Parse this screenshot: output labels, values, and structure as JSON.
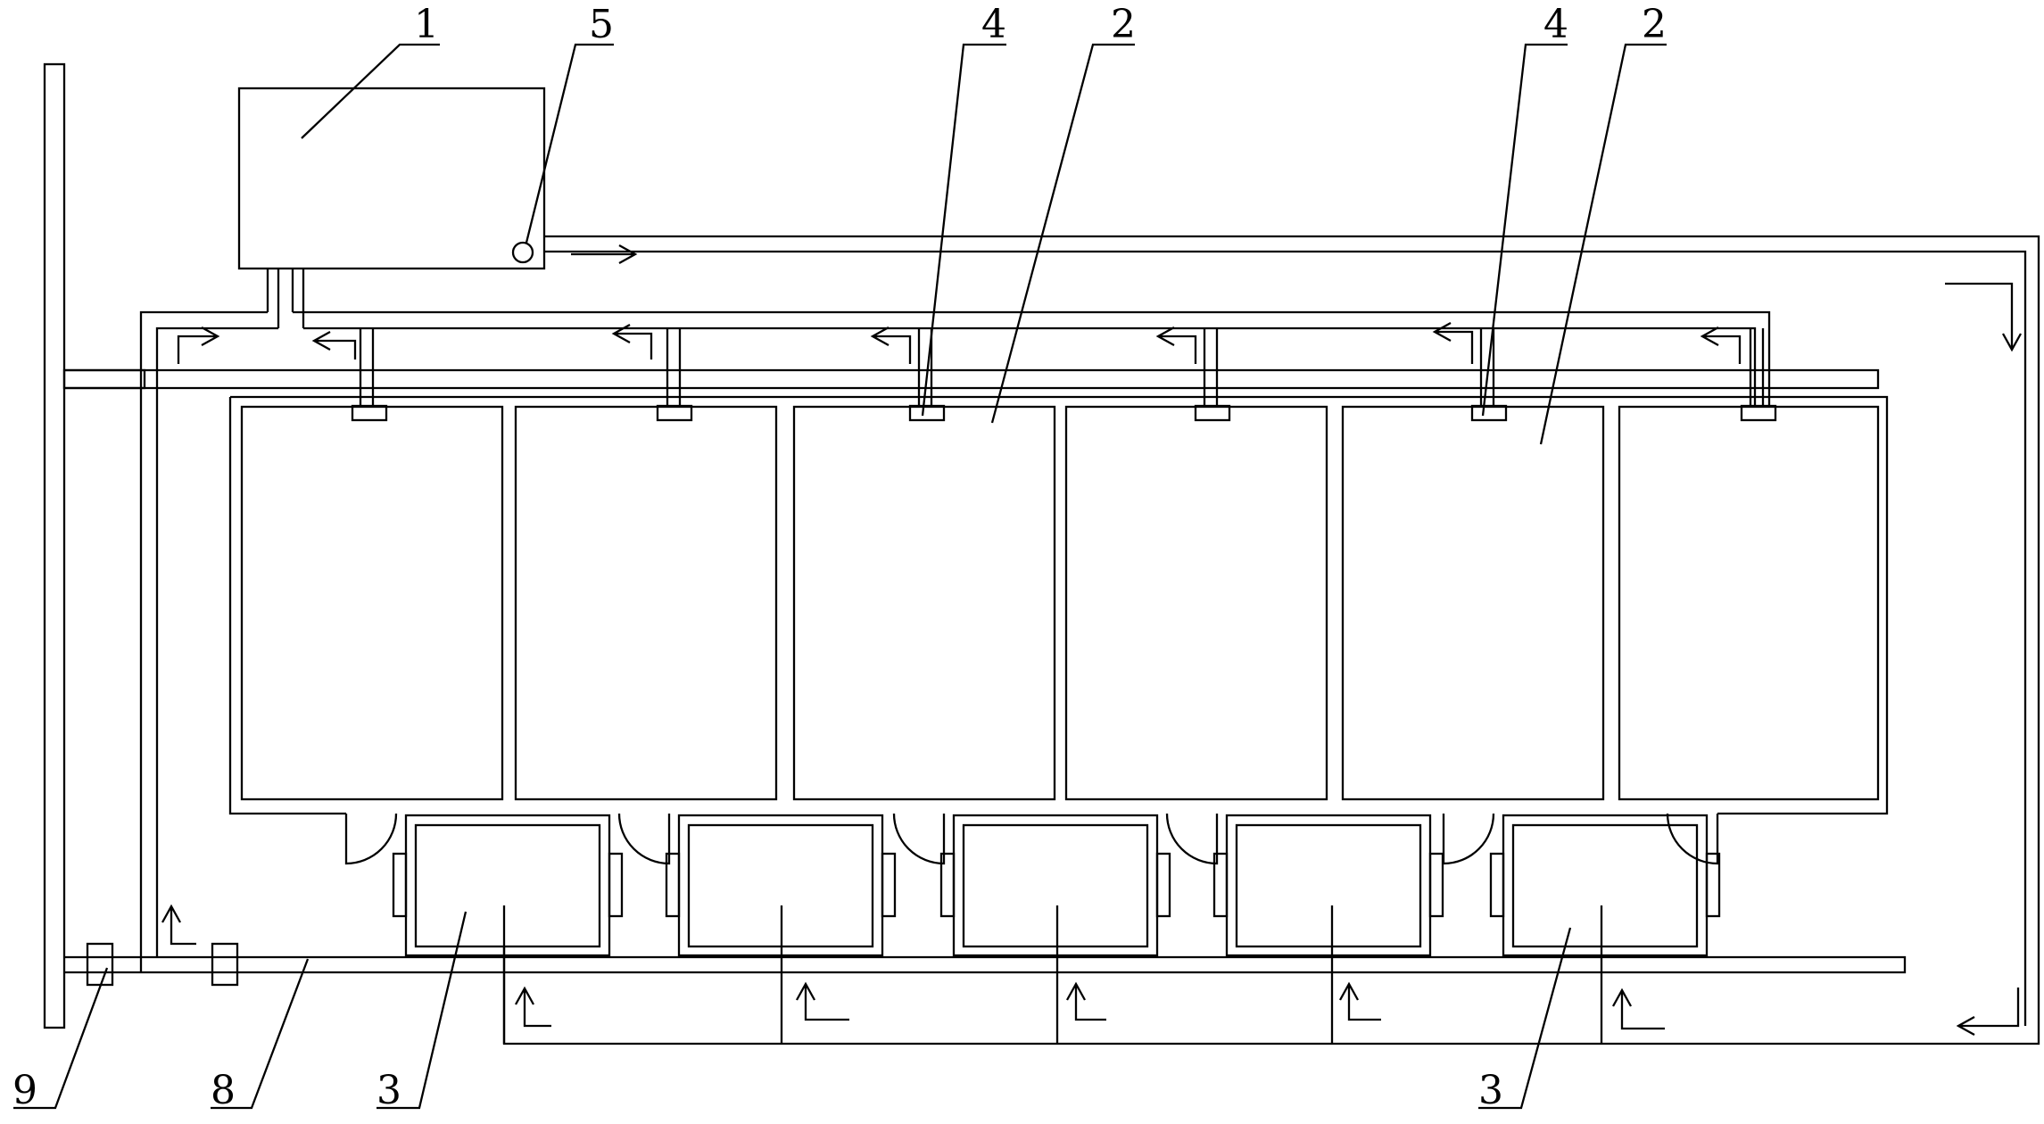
{
  "labels": {
    "tank": "1",
    "chamber_right": "2",
    "chamber_left": "2",
    "nozzle_left": "4",
    "nozzle_right": "4",
    "outlet": "5",
    "pipe": "8",
    "valve": "9",
    "cart_left": "3",
    "cart_right": "3"
  }
}
